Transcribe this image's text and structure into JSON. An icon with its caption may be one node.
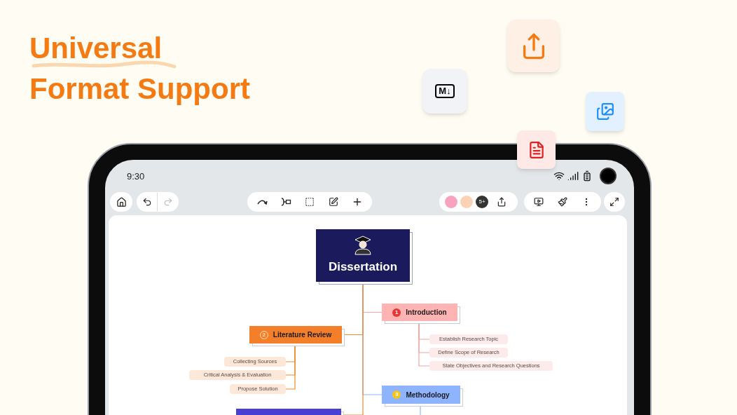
{
  "diagram": {
    "title": "Universal Format Support",
    "nodes": [
      {
        "text": [
          "Dissertation"
        ]
      },
      {
        "text": [
          "1",
          "Introduction"
        ]
      },
      {
        "text": [
          "2",
          "Literature Review"
        ]
      },
      {
        "text": [
          "Establish Research Topic"
        ]
      },
      {
        "text": [
          "Define Scope of Research"
        ]
      },
      {
        "text": [
          "State Objectives and Research Questions"
        ]
      },
      {
        "text": [
          "Collecting Sources"
        ]
      },
      {
        "text": [
          "Critical Analysis & Evaluation"
        ]
      },
      {
        "text": [
          "Propose Solution"
        ]
      },
      {
        "text": [
          "3",
          "Methodology"
        ]
      },
      {
        "text": [],
        "shape": "box"
      }
    ],
    "edges": [
      {
        "from": 0,
        "to": 1,
        "arrow": "none",
        "color": "#f5a3a3"
      },
      {
        "from": 0,
        "to": 2,
        "arrow": "none"
      },
      {
        "from": 0,
        "to": 9,
        "arrow": "none",
        "color": "#8fb4ff"
      },
      {
        "from": 0,
        "to": 10,
        "arrow": "none"
      },
      {
        "from": 1,
        "to": 3,
        "arrow": "none",
        "color": "#f5a3a3"
      },
      {
        "from": 1,
        "to": 4,
        "arrow": "none",
        "color": "#f5a3a3"
      },
      {
        "from": 1,
        "to": 5,
        "arrow": "none",
        "color": "#f5a3a3"
      },
      {
        "from": 2,
        "to": 6,
        "arrow": "none"
      },
      {
        "from": 2,
        "to": 7,
        "arrow": "none"
      },
      {
        "from": 2,
        "to": 8,
        "arrow": "none"
      },
      {
        "from": 9,
        "to": null,
        "arrow": "none",
        "color": "#8fb4ff"
      }
    ],
    "labels": [
      "M↓",
      "9:30",
      "5+"
    ]
  }
}
